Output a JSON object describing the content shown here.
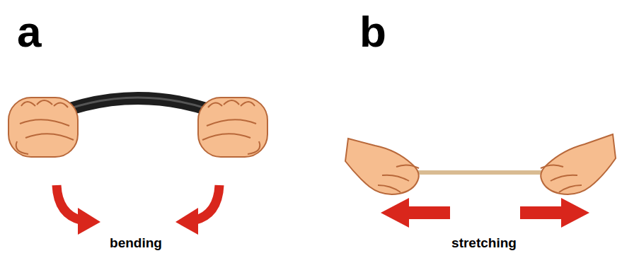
{
  "diagram": {
    "labels": [
      "a",
      "b",
      "bending",
      "stretching"
    ]
  }
}
